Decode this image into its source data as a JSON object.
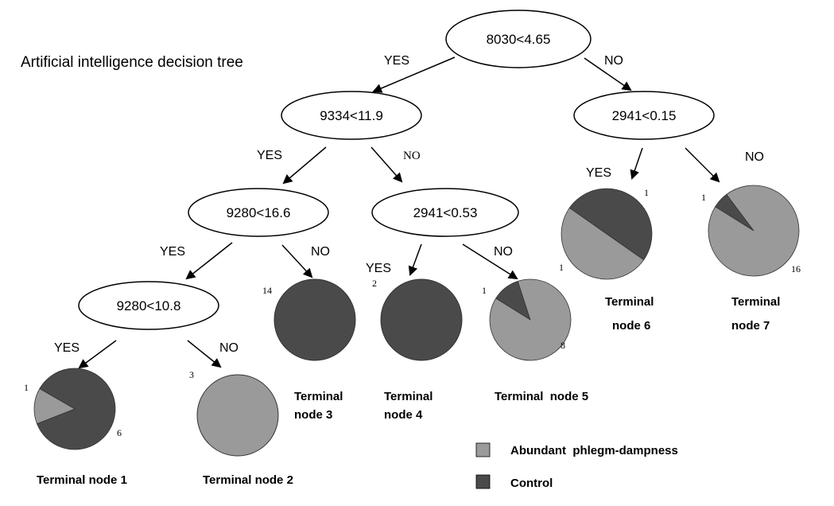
{
  "title": "Artificial intelligence decision tree",
  "colors": {
    "abundant": "#9a9a9a",
    "control": "#4a4a4a",
    "outline": "#000000"
  },
  "nodes": {
    "root": "8030<4.65",
    "n9334": "9334<11.9",
    "n2941a": "2941<0.15",
    "n9280a": "9280<16.6",
    "n2941b": "2941<0.53",
    "n9280b": "9280<10.8"
  },
  "edges": {
    "yes": "YES",
    "no": "NO"
  },
  "terminals": [
    {
      "id": 1,
      "line1": "Terminal node 1",
      "line2": "",
      "control": 6,
      "abundant": 1,
      "count_a": "1",
      "count_b": "6"
    },
    {
      "id": 2,
      "line1": "Terminal node 2",
      "line2": "",
      "control": 0,
      "abundant": 3,
      "count_a": "3",
      "count_b": ""
    },
    {
      "id": 3,
      "line1": "Terminal",
      "line2": "node 3",
      "control": 14,
      "abundant": 0,
      "count_a": "14",
      "count_b": ""
    },
    {
      "id": 4,
      "line1": "Terminal",
      "line2": "node 4",
      "control": 2,
      "abundant": 0,
      "count_a": "2",
      "count_b": ""
    },
    {
      "id": 5,
      "line1": "Terminal  node 5",
      "line2": "",
      "control": 1,
      "abundant": 8,
      "count_a": "1",
      "count_b": "8"
    },
    {
      "id": 6,
      "line1": "Terminal",
      "line2": "node 6",
      "control": 1,
      "abundant": 1,
      "count_a": "1",
      "count_b": "1"
    },
    {
      "id": 7,
      "line1": "Terminal",
      "line2": "node 7",
      "control": 1,
      "abundant": 16,
      "count_a": "1",
      "count_b": "16"
    }
  ],
  "legend": [
    {
      "label": "Abundant  phlegm-dampness",
      "color": "#9a9a9a"
    },
    {
      "label": "Control",
      "color": "#4a4a4a"
    }
  ]
}
